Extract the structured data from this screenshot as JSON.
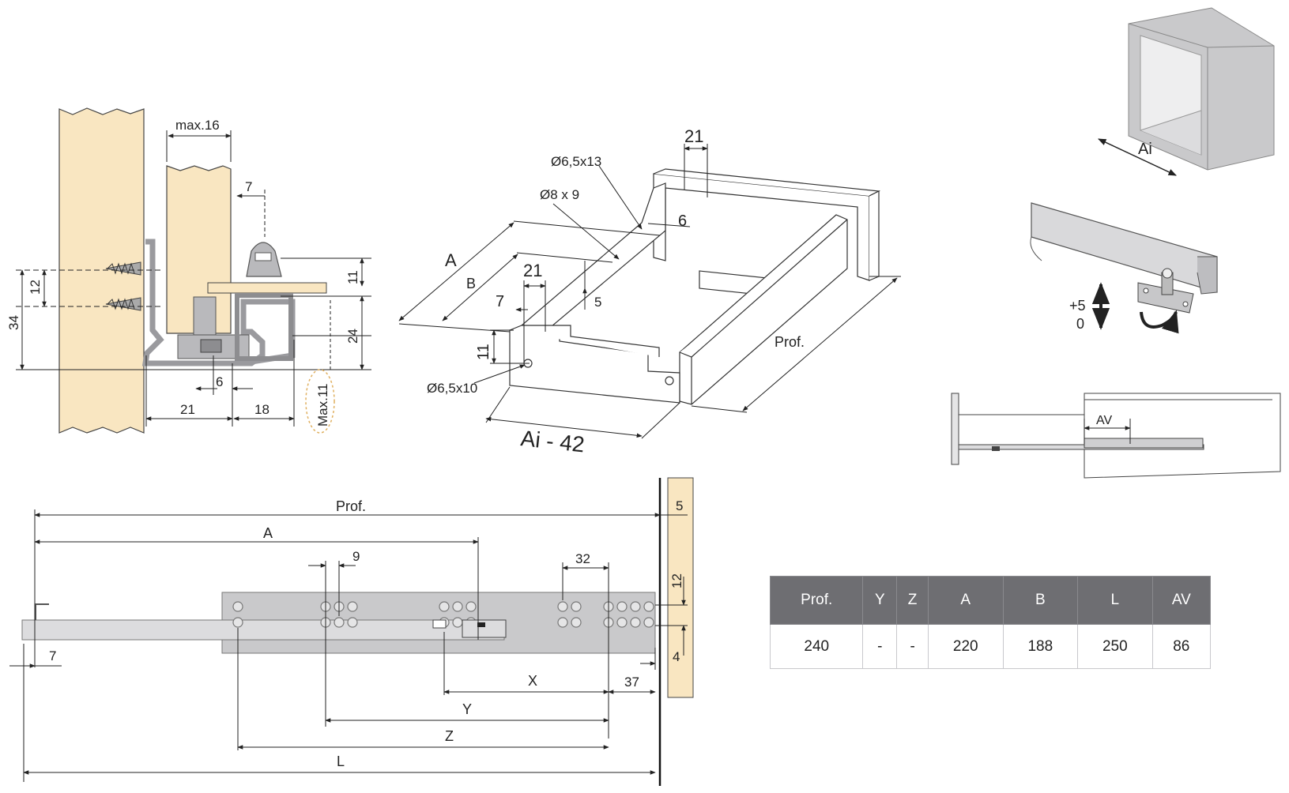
{
  "side_section": {
    "labels": {
      "max16": "max.16",
      "d7": "7",
      "d12": "12",
      "d34": "34",
      "d11": "11",
      "d24": "24",
      "d6": "6",
      "d21": "21",
      "d18": "18",
      "max11": "Max.11"
    }
  },
  "drawer_iso": {
    "labels": {
      "d21_top": "21",
      "hole_13": "Ø6,5x13",
      "hole_8x9": "Ø8 x 9",
      "d6": "6",
      "A": "A",
      "B": "B",
      "d21_mid": "21",
      "d7": "7",
      "d5": "5",
      "d11": "11",
      "hole_10": "Ø6,5x10",
      "prof": "Prof.",
      "ai42": "Ai - 42"
    }
  },
  "cabinet": {
    "label": "Ai"
  },
  "adjuster": {
    "plus": "+5",
    "zero": "0"
  },
  "detail_av": {
    "label": "AV"
  },
  "rail_view": {
    "labels": {
      "prof": "Prof.",
      "A": "A",
      "d9": "9",
      "d32": "32",
      "d5": "5",
      "d12": "12",
      "d4": "4",
      "d7": "7",
      "d37": "37",
      "X": "X",
      "Y": "Y",
      "Z": "Z",
      "L": "L"
    }
  },
  "spec_table": {
    "headers": [
      "Prof.",
      "Y",
      "Z",
      "A",
      "B",
      "L",
      "AV"
    ],
    "rows": [
      [
        "240",
        "-",
        "-",
        "220",
        "188",
        "250",
        "86"
      ]
    ]
  },
  "colors": {
    "wood": "#f9e6c1",
    "steel": "#c9c9cb",
    "header_bg": "#6e6e72",
    "line": "#222222"
  }
}
